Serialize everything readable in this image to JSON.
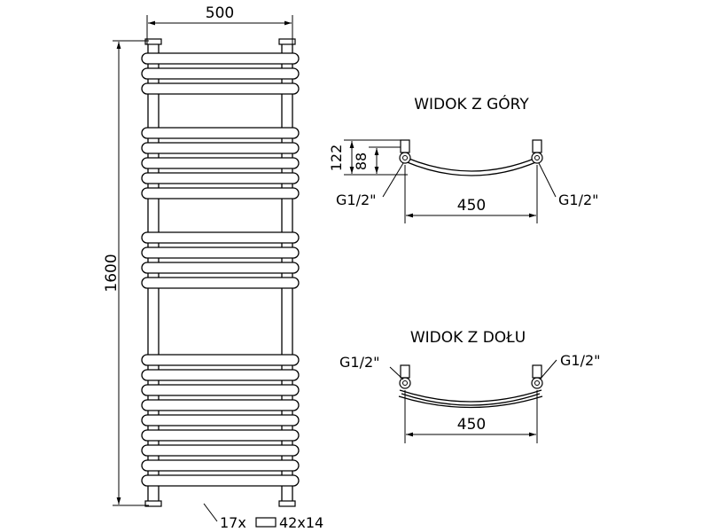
{
  "front_view": {
    "width_label": "500",
    "height_label": "1600",
    "tube_note": {
      "count": "17x",
      "profile_icon": "rectangle-profile-icon",
      "size": "42x14"
    }
  },
  "top_view": {
    "title": "WIDOK Z GÓRY",
    "depth_outer_label": "122",
    "depth_inner_label": "88",
    "connection_left_label": "G1/2\"",
    "connection_right_label": "G1/2\"",
    "spacing_label": "450"
  },
  "bottom_view": {
    "title": "WIDOK Z DOŁU",
    "connection_left_label": "G1/2\"",
    "connection_right_label": "G1/2\"",
    "spacing_label": "450"
  },
  "colors": {
    "line": "#000000",
    "background": "#ffffff"
  }
}
